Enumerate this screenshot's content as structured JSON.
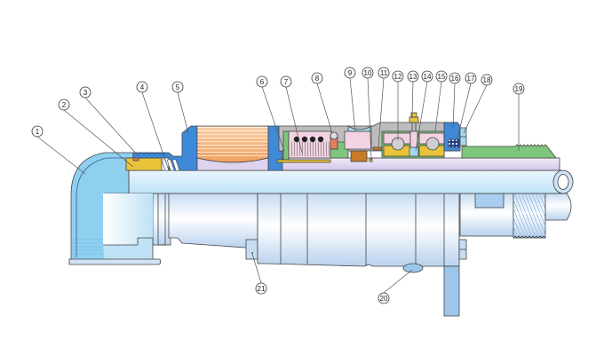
{
  "diagram": {
    "title": "Rotary joint cross-section",
    "colors": {
      "body_blue": "#cfe3f5",
      "pipe_blue": "#dff0fb",
      "elbow_blue": "#8fd0f0",
      "cast_blue": "#3e8ad8",
      "thread_orange": "#f6b37f",
      "gland_yellow": "#e9c43a",
      "seal_green": "#7fc67d",
      "spring_pink": "#f3d3e3",
      "shaft_lilac": "#ddd3ee",
      "bronze": "#c97b2a",
      "seal_red": "#e87d62",
      "housing_grey": "#bcbcbc"
    },
    "callouts": [
      {
        "label": "1"
      },
      {
        "label": "2"
      },
      {
        "label": "3"
      },
      {
        "label": "4"
      },
      {
        "label": "5"
      },
      {
        "label": "6"
      },
      {
        "label": "7"
      },
      {
        "label": "8"
      },
      {
        "label": "9"
      },
      {
        "label": "10"
      },
      {
        "label": "11"
      },
      {
        "label": "12"
      },
      {
        "label": "13"
      },
      {
        "label": "14"
      },
      {
        "label": "15"
      },
      {
        "label": "16"
      },
      {
        "label": "17"
      },
      {
        "label": "18"
      },
      {
        "label": "19"
      },
      {
        "label": "20"
      },
      {
        "label": "21"
      }
    ]
  }
}
